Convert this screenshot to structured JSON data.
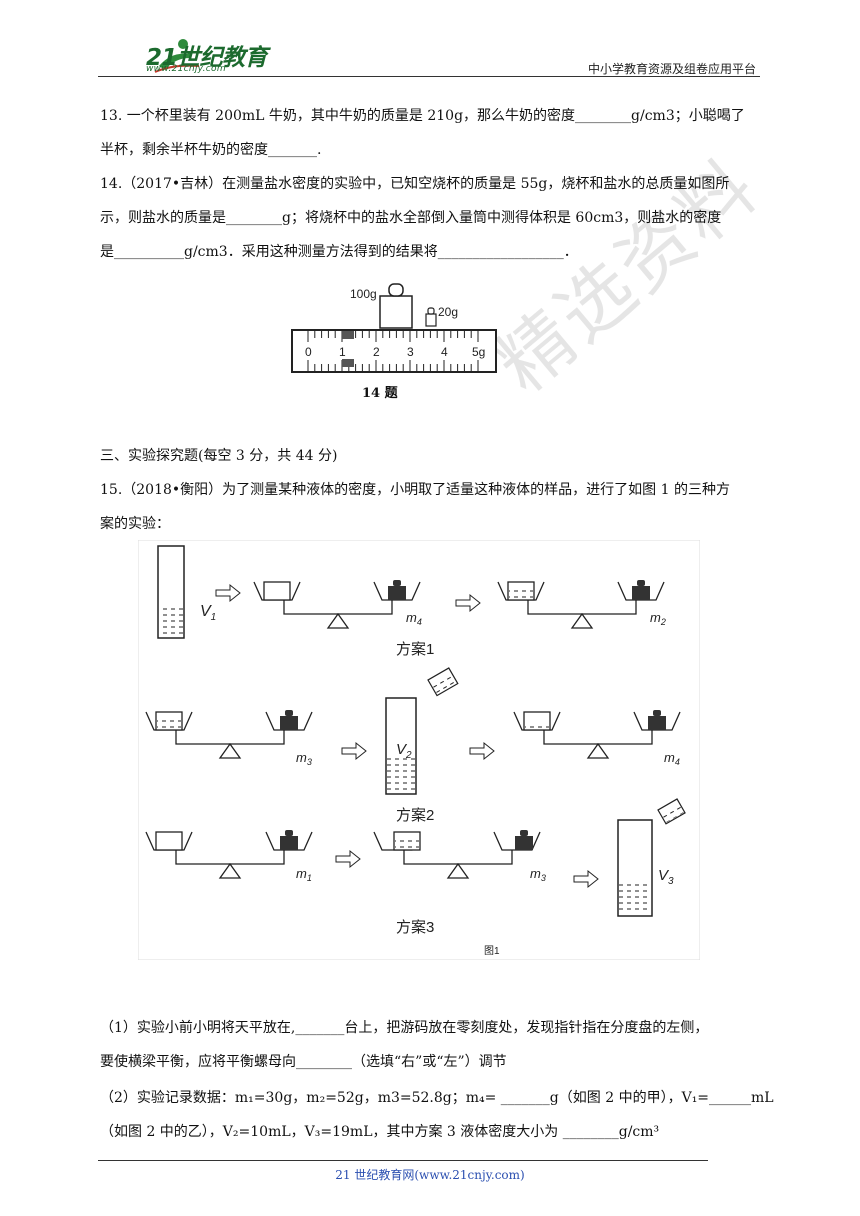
{
  "header": {
    "logo_main": "21世纪教育",
    "logo_sub": "www.21cnjy.com",
    "platform": "中小学教育资源及组卷应用平台"
  },
  "watermark": "精选资料",
  "questions": {
    "q13_line1": "13. 一个杯里装有 200mL 牛奶，其中牛奶的质量是 210g，那么牛奶的密度________g/cm3；小聪喝了",
    "q13_line2": "半杯，剩余半杯牛奶的密度_______.",
    "q14_line1": "14.（2017•吉林）在测量盐水密度的实验中，已知空烧杯的质量是 55g，烧杯和盐水的总质量如图所",
    "q14_line2": "示，则盐水的质量是________g；将烧杯中的盐水全部倒入量筒中测得体积是 60cm3，则盐水的密度",
    "q14_line3": "是__________g/cm3．采用这种测量方法得到的结果将__________________．"
  },
  "fig14": {
    "weight_100": "100g",
    "weight_20": "20g",
    "ticks": [
      "0",
      "1",
      "2",
      "3",
      "4",
      "5g"
    ],
    "caption": "14 题"
  },
  "section3": {
    "title": "三、实验探究题(每空 3 分，共 44 分)",
    "q15_line1": "15.（2018•衡阳）为了测量某种液体的密度，小明取了适量这种液体的样品，进行了如图 1 的三种方",
    "q15_line2": "案的实验："
  },
  "fig1": {
    "scheme1": "方案1",
    "scheme2": "方案2",
    "scheme3": "方案3",
    "fig_label": "图1",
    "V1": "V",
    "V1_sub": "1",
    "V2": "V",
    "V2_sub": "2",
    "V3": "V",
    "V3_sub": "3",
    "m1": "m",
    "m1_sub": "1",
    "m2": "m",
    "m2_sub": "2",
    "m3": "m",
    "m3_sub": "3",
    "m4": "m",
    "m4_sub": "4"
  },
  "q15_parts": {
    "p1_line1": "（1）实验小前小明将天平放在,_______台上，把游码放在零刻度处，发现指针指在分度盘的左侧，",
    "p1_line2": "要使横梁平衡，应将平衡螺母向________（选填“右”或“左”）调节",
    "p2_line1": "（2）实验记录数据：m₁=30g，m₂=52g，m3=52.8g；m₄=    _______g（如图 2 中的甲），V₁=______mL",
    "p2_line2": "（如图 2 中的乙），V₂=10mL，V₃=19mL，其中方案 3 液体密度大小为        ________g/cm³"
  },
  "footer": "21 世纪教育网(www.21cnjy.com)"
}
